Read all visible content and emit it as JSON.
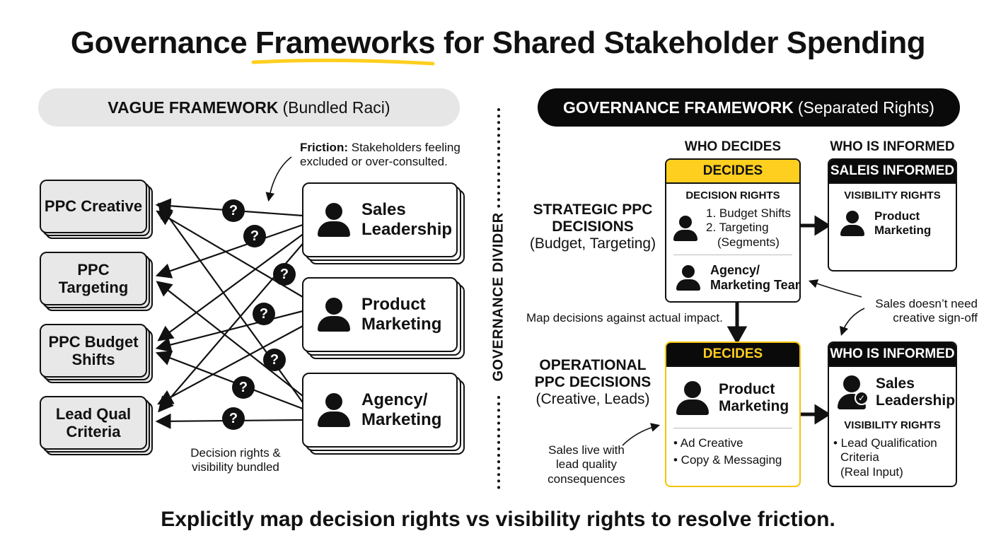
{
  "title": {
    "before": "Governance ",
    "highlight": "Frameworks",
    "after": " for Shared Stakeholder Spending"
  },
  "left": {
    "heading_bold": "VAGUE FRAMEWORK",
    "heading_rest": "(Bundled Raci)",
    "tasks": [
      "PPC Creative",
      "PPC Targeting",
      "PPC Budget Shifts",
      "Lead Qual Criteria"
    ],
    "stakeholders": [
      "Sales Leadership",
      "Product Marketing",
      "Agency/ Marketing"
    ],
    "question_mark": "?",
    "friction_bold": "Friction:",
    "friction_text": "Stakeholders feeling excluded or over-consulted.",
    "bundled_note": "Decision rights & visibility bundled"
  },
  "divider_label": "GOVERNANCE DIVIDER",
  "right": {
    "heading_bold": "GOVERNANCE FRAMEWORK",
    "heading_rest": "(Separated Rights)",
    "col_who_decides": "WHO DECIDES",
    "col_who_informed": "WHO IS INFORMED",
    "strategic": {
      "title": "STRATEGIC PPC DECISIONS",
      "sub": "(Budget, Targeting)"
    },
    "operational": {
      "title": "OPERATIONAL PPC DECISIONS",
      "sub": "(Creative, Leads)"
    },
    "strat_decides": {
      "header": "DECIDES",
      "sub": "DECISION RIGHTS",
      "items": [
        "1. Budget Shifts",
        "2. Targeting",
        "(Segments)"
      ],
      "second": "Agency/ Marketing Team"
    },
    "strat_informed": {
      "header": "SALEIS INFORMED",
      "sub": "VISIBILITY RIGHTS",
      "who": "Product Marketing"
    },
    "op_decides": {
      "header": "DECIDES",
      "who": "Product Marketing",
      "items": [
        "• Ad Creative",
        "• Copy & Messaging"
      ]
    },
    "op_informed": {
      "header": "WHO IS INFORMED",
      "who": "Sales Leadership",
      "sub": "VISIBILITY RIGHTS",
      "items": [
        "• Lead Qualification",
        "Criteria",
        "(Real Input)"
      ]
    },
    "map_note": "Map decisions against actual impact.",
    "sales_signoff": "Sales doesn’t need creative sign-off",
    "sales_live": "Sales live with lead quality consequences"
  },
  "footer": "Explicitly map decision rights vs visibility rights to resolve friction.",
  "colors": {
    "accent_yellow": "#ffcf1f",
    "black": "#0a0a0a",
    "gray": "#e6e6e6"
  }
}
